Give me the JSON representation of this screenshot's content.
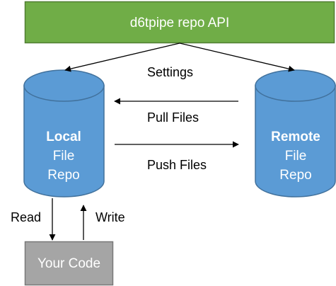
{
  "api": {
    "label": "d6tpipe repo API",
    "fill": "#70ad47",
    "stroke": "#507e32"
  },
  "local_repo": {
    "title": "Local",
    "line2": "File",
    "line3": "Repo",
    "fill": "#5b9bd5",
    "stroke": "#41719c"
  },
  "remote_repo": {
    "title": "Remote",
    "line2": "File",
    "line3": "Repo",
    "fill": "#5b9bd5",
    "stroke": "#41719c"
  },
  "edges": {
    "settings": "Settings",
    "pull": "Pull Files",
    "push": "Push Files",
    "read": "Read",
    "write": "Write"
  },
  "code": {
    "label": "Your Code",
    "fill": "#a5a5a5",
    "stroke": "#787878"
  }
}
